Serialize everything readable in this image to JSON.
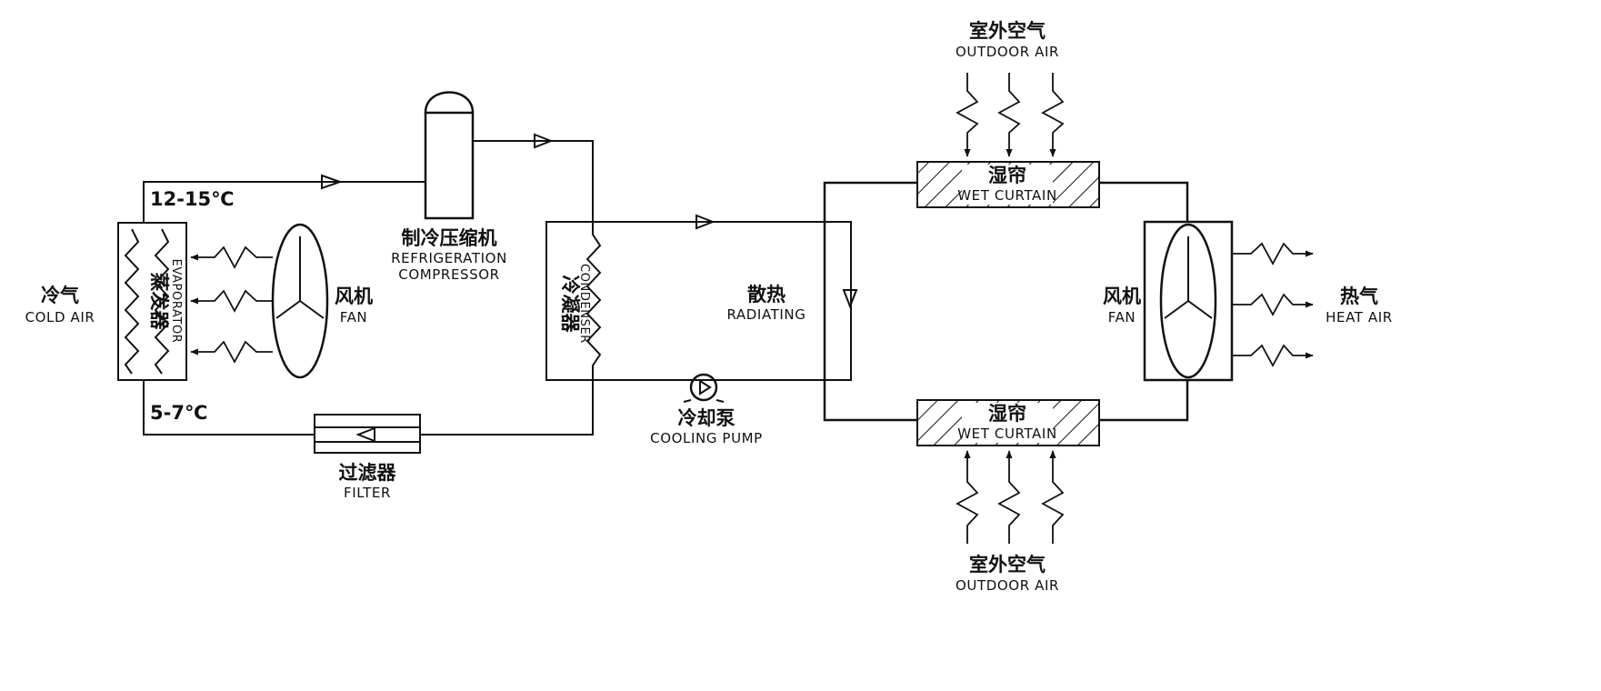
{
  "colors": {
    "line": "#111111",
    "background": "#ffffff"
  },
  "labels": {
    "cold_air": {
      "zh": "冷气",
      "en": "COLD AIR"
    },
    "evaporator": {
      "zh": "蒸发器",
      "en": "EVAPORATOR"
    },
    "fan_left": {
      "zh": "风机",
      "en": "FAN"
    },
    "compressor": {
      "zh": "制冷压缩机",
      "en_line1": "REFRIGERATION",
      "en_line2": "COMPRESSOR"
    },
    "condenser": {
      "zh": "冷凝器",
      "en": "CONDENSER"
    },
    "filter": {
      "zh": "过滤器",
      "en": "FILTER"
    },
    "radiating": {
      "zh": "散热",
      "en": "RADIATING"
    },
    "cooling_pump": {
      "zh": "冷却泵",
      "en": "COOLING PUMP"
    },
    "wet_curtain_top": {
      "zh": "湿帘",
      "en": "WET CURTAIN"
    },
    "wet_curtain_bottom": {
      "zh": "湿帘",
      "en": "WET CURTAIN"
    },
    "outdoor_air_top": {
      "zh": "室外空气",
      "en": "OUTDOOR AIR"
    },
    "outdoor_air_bottom": {
      "zh": "室外空气",
      "en": "OUTDOOR AIR"
    },
    "fan_right": {
      "zh": "风机",
      "en": "FAN"
    },
    "heat_air": {
      "zh": "热气",
      "en": "HEAT AIR"
    }
  },
  "temperatures": {
    "inlet": "12-15℃",
    "outlet": "5-7℃"
  }
}
